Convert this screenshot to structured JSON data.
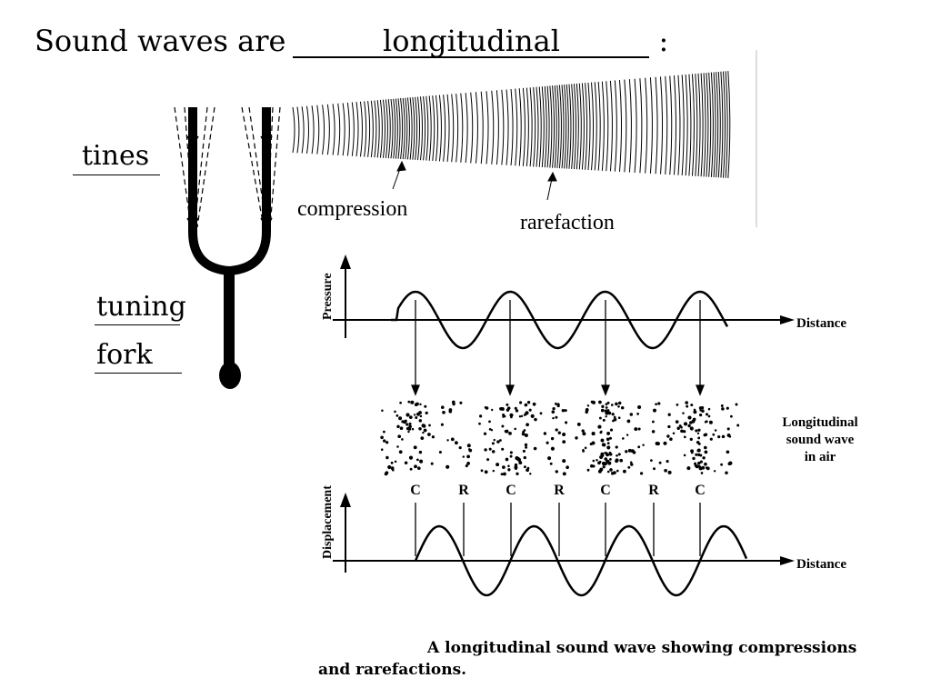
{
  "title": {
    "prefix": "Sound waves are",
    "blank_answer": "longitudinal",
    "suffix": ":"
  },
  "labels": {
    "tines": "tines",
    "tuning": "tuning",
    "fork": "fork",
    "compression": "compression",
    "rarefaction": "rarefaction"
  },
  "graph_top": {
    "y_axis_label": "Pressure",
    "x_axis_label": "Distance"
  },
  "air_label": [
    "Longitudinal",
    "sound wave",
    "in air"
  ],
  "cr_markers": [
    "C",
    "R",
    "C",
    "R",
    "C",
    "R",
    "C"
  ],
  "graph_bottom": {
    "y_axis_label": "Displacement",
    "x_axis_label": "Distance"
  },
  "caption": {
    "line1": "A longitudinal sound wave showing compressions",
    "line2": "and rarefactions."
  },
  "colors": {
    "ink": "#000000",
    "background": "#ffffff"
  }
}
